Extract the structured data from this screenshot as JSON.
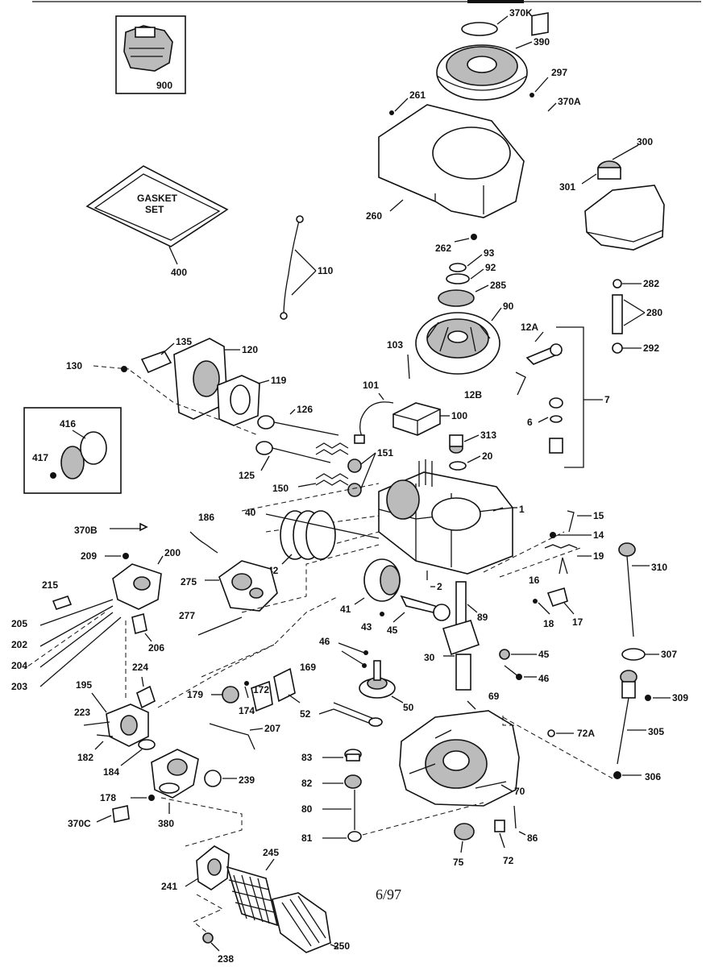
{
  "labels": {
    "p370K": "370K",
    "p390": "390",
    "p297": "297",
    "p261": "261",
    "p370A": "370A",
    "p260": "260",
    "p300": "300",
    "p301": "301",
    "p900": "900",
    "p400": "400",
    "gasket1": "GASKET",
    "gasket2": "SET",
    "p262": "262",
    "p93": "93",
    "p92": "92",
    "p285": "285",
    "p90": "90",
    "p110": "110",
    "p282": "282",
    "p280": "280",
    "p292": "292",
    "p12A": "12A",
    "p7": "7",
    "p12B": "12B",
    "p103": "103",
    "p135": "135",
    "p120": "120",
    "p130": "130",
    "p119": "119",
    "p101": "101",
    "p100": "100",
    "p126": "126",
    "p125": "125",
    "p151": "151",
    "p150": "150",
    "p6": "6",
    "p313": "313",
    "p20": "20",
    "p416": "416",
    "p417": "417",
    "p40": "40",
    "p1": "1",
    "p15": "15",
    "p14": "14",
    "p19": "19",
    "p16": "16",
    "p17": "17",
    "p18": "18",
    "p310": "310",
    "p370B": "370B",
    "p186": "186",
    "p209": "209",
    "p200": "200",
    "p215": "215",
    "p275": "275",
    "p42": "42",
    "p2": "2",
    "p89": "89",
    "p205": "205",
    "p202": "202",
    "p204": "204",
    "p203": "203",
    "p206": "206",
    "p277": "277",
    "p41": "41",
    "p43": "43",
    "p45a": "45",
    "p45b": "45",
    "p30": "30",
    "p307": "307",
    "p46a": "46",
    "p46b": "46",
    "p224": "224",
    "p169": "169",
    "p179": "179",
    "p172": "172",
    "p174": "174",
    "p50": "50",
    "p195": "195",
    "p223": "223",
    "p69": "69",
    "p309": "309",
    "p52": "52",
    "p207": "207",
    "p72A": "72A",
    "p305": "305",
    "p182": "182",
    "p184": "184",
    "p83": "83",
    "p239": "239",
    "p82": "82",
    "p70": "70",
    "p306": "306",
    "p178": "178",
    "p380": "380",
    "p80": "80",
    "p370C": "370C",
    "p81": "81",
    "p86": "86",
    "p75": "75",
    "p72": "72",
    "p245": "245",
    "p241": "241",
    "p250": "250",
    "p238": "238"
  },
  "footer": {
    "date": "6/97"
  }
}
